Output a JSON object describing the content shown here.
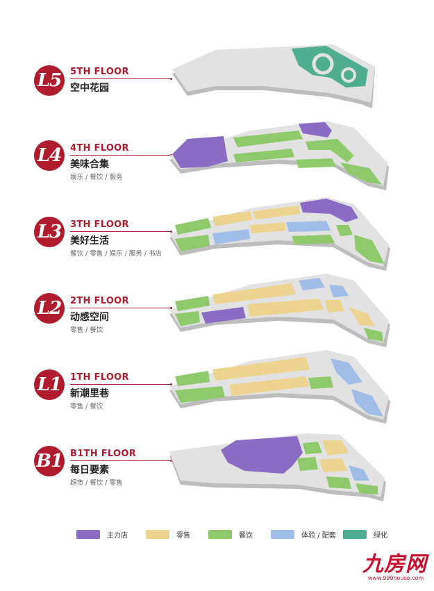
{
  "floors": [
    {
      "badge": "L5",
      "title": "5TH FLOOR",
      "name": "空中花园",
      "sub": ""
    },
    {
      "badge": "L4",
      "title": "4TH FLOOR",
      "name": "美味合集",
      "sub": "娱乐 / 餐饮 / 服务"
    },
    {
      "badge": "L3",
      "title": "3TH FLOOR",
      "name": "美好生活",
      "sub": "餐饮 / 零售 / 娱乐 / 服务 / 书店"
    },
    {
      "badge": "L2",
      "title": "2TH FLOOR",
      "name": "动感空间",
      "sub": "零售 / 餐饮"
    },
    {
      "badge": "L1",
      "title": "1TH FLOOR",
      "name": "新潮里巷",
      "sub": "零售 / 餐饮"
    },
    {
      "badge": "B1",
      "title": "B1TH FLOOR",
      "name": "每日要素",
      "sub": "超市 / 餐饮 / 零售"
    }
  ],
  "legend": [
    {
      "label": "主力店",
      "color": "#8a6cc4"
    },
    {
      "label": "零售",
      "color": "#ecd38f"
    },
    {
      "label": "餐饮",
      "color": "#8ec96c"
    },
    {
      "label": "体验 / 配套",
      "color": "#9fbde6"
    },
    {
      "label": "绿化",
      "color": "#4fae8f"
    }
  ],
  "colors": {
    "accent": "#b01c2e",
    "slab_top": "#e2e2e2",
    "slab_side": "#bdbdbd"
  },
  "logo": {
    "main": "九房网",
    "url": "www.999house.com"
  }
}
